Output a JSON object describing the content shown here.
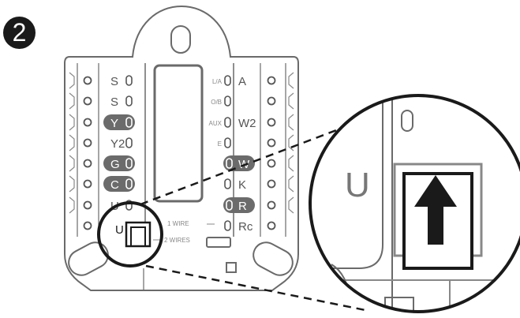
{
  "step_number": "2",
  "left_terminals": [
    {
      "label": "S",
      "highlighted": false
    },
    {
      "label": "S",
      "highlighted": false
    },
    {
      "label": "Y",
      "highlighted": true
    },
    {
      "label": "Y2",
      "highlighted": false
    },
    {
      "label": "G",
      "highlighted": true
    },
    {
      "label": "C",
      "highlighted": true
    },
    {
      "label": "U",
      "highlighted": false
    },
    {
      "label": "U",
      "highlighted": false
    }
  ],
  "right_small_labels": [
    "L/A",
    "O/B",
    "AUX",
    "E"
  ],
  "right_terminals": [
    {
      "label": "A",
      "highlighted": false
    },
    {
      "label": "W2",
      "highlighted": false
    },
    {
      "label": "W",
      "highlighted": true
    },
    {
      "label": "K",
      "highlighted": false
    },
    {
      "label": "R",
      "highlighted": true
    },
    {
      "label": "Rc",
      "highlighted": false
    }
  ],
  "switch_labels": {
    "one_wire": "1 WIRE",
    "two_wires": "2 WIRES"
  },
  "zoom_label": "U",
  "colors": {
    "line": "#555555",
    "dark": "#1a1a1a",
    "highlight": "#6b6b6b",
    "panel": "#ffffff"
  }
}
